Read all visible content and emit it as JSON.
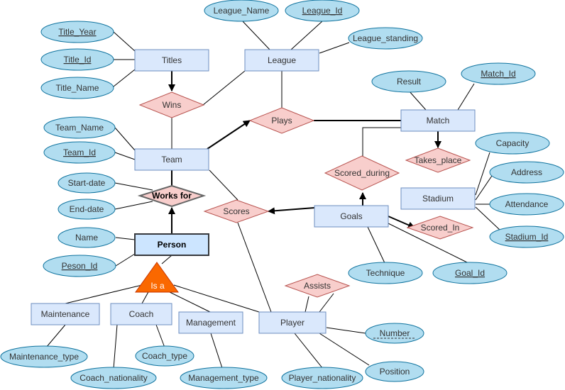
{
  "entities": {
    "titles": "Titles",
    "league": "League",
    "team": "Team",
    "match": "Match",
    "stadium": "Stadium",
    "goals": "Goals",
    "person": "Person",
    "maintenance": "Maintenance",
    "coach": "Coach",
    "management": "Management",
    "player": "Player"
  },
  "relationships": {
    "wins": "Wins",
    "plays": "Plays",
    "works_for": "Works for",
    "scores": "Scores",
    "scored_during": "Scored_during",
    "takes_place": "Takes_place",
    "scored_in": "Scored_In",
    "assists": "Assists",
    "is_a": "Is a"
  },
  "attributes": {
    "league_name": "League_Name",
    "league_id": "League_Id",
    "league_standing": "League_standing",
    "title_year": "Title_Year",
    "title_id": "Title_Id",
    "title_name": "Title_Name",
    "team_name": "Team_Name",
    "team_id": "Team_Id",
    "start_date": "Start-date",
    "end_date": "End-date",
    "name": "Name",
    "person_id": "Peson_Id",
    "result": "Result",
    "match_id": "Match_Id",
    "capacity": "Capacity",
    "address": "Address",
    "attendance": "Attendance",
    "stadium_id": "Stadium_Id",
    "technique": "Technique",
    "goal_id": "Goal_Id",
    "number": "Number",
    "position": "Position",
    "player_nationality": "Player_nationality",
    "maintenance_type": "Maintenance_type",
    "coach_type": "Coach_type",
    "coach_nationality": "Coach_nationality",
    "management_type": "Management_type"
  }
}
